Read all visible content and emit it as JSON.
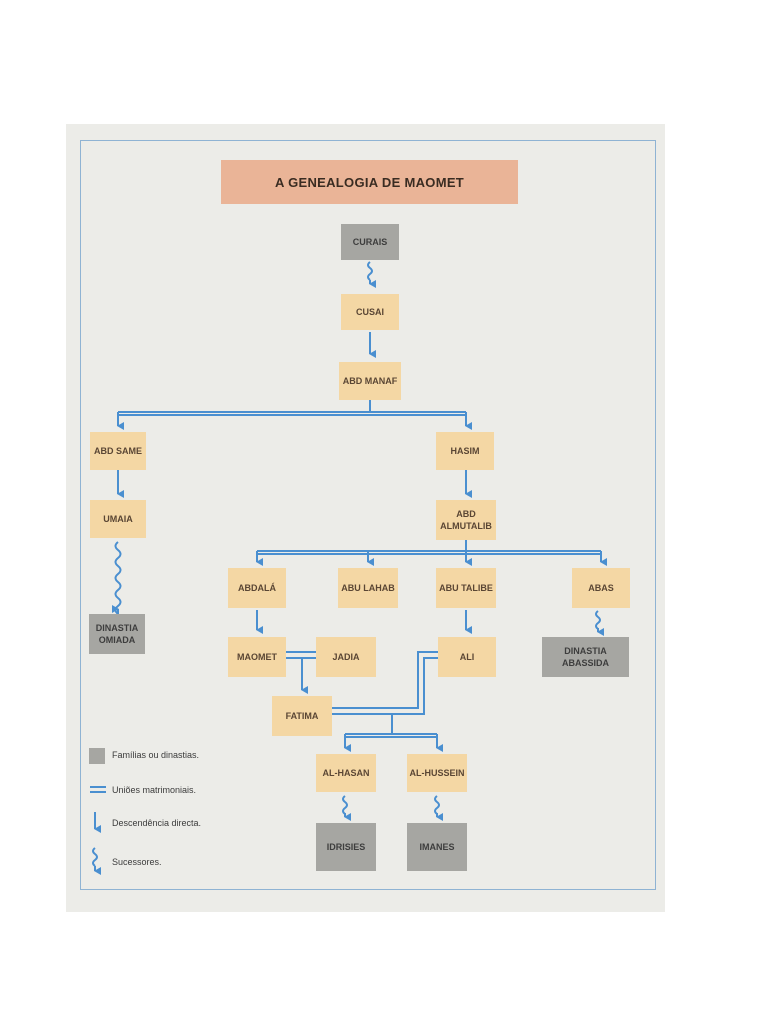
{
  "title": "A GENEALOGIA DE MAOMET",
  "nodes": {
    "curais": "CURAIS",
    "cusai": "CUSAI",
    "abd_manaf": "ABD MANAF",
    "abd_same": "ABD SAME",
    "hasim": "HASIM",
    "umaia": "UMAIA",
    "abd_almutalib": "ABD ALMUTALIB",
    "dinastia_omiada": "DINASTIA OMIADA",
    "abdala": "ABDALÁ",
    "abu_lahab": "ABU LAHAB",
    "abu_talibe": "ABU TALIBE",
    "abas": "ABAS",
    "maomet": "MAOMET",
    "jadia": "JADIA",
    "ali": "ALI",
    "dinastia_abassida": "DINASTIA ABASSIDA",
    "fatima": "FATIMA",
    "al_hasan": "AL-HASAN",
    "al_hussein": "AL-HUSSEIN",
    "idrisies": "IDRISIES",
    "imanes": "IMANES"
  },
  "legend": {
    "families": "Famílias ou dinastias.",
    "unions": "Uniões matrimoniais.",
    "descent": "Descendência directa.",
    "successors": "Sucessores."
  },
  "colors": {
    "title_bg": "#eab497",
    "person_bg": "#f4d7a4",
    "family_bg": "#a6a6a2",
    "line": "#4a8fd0"
  }
}
